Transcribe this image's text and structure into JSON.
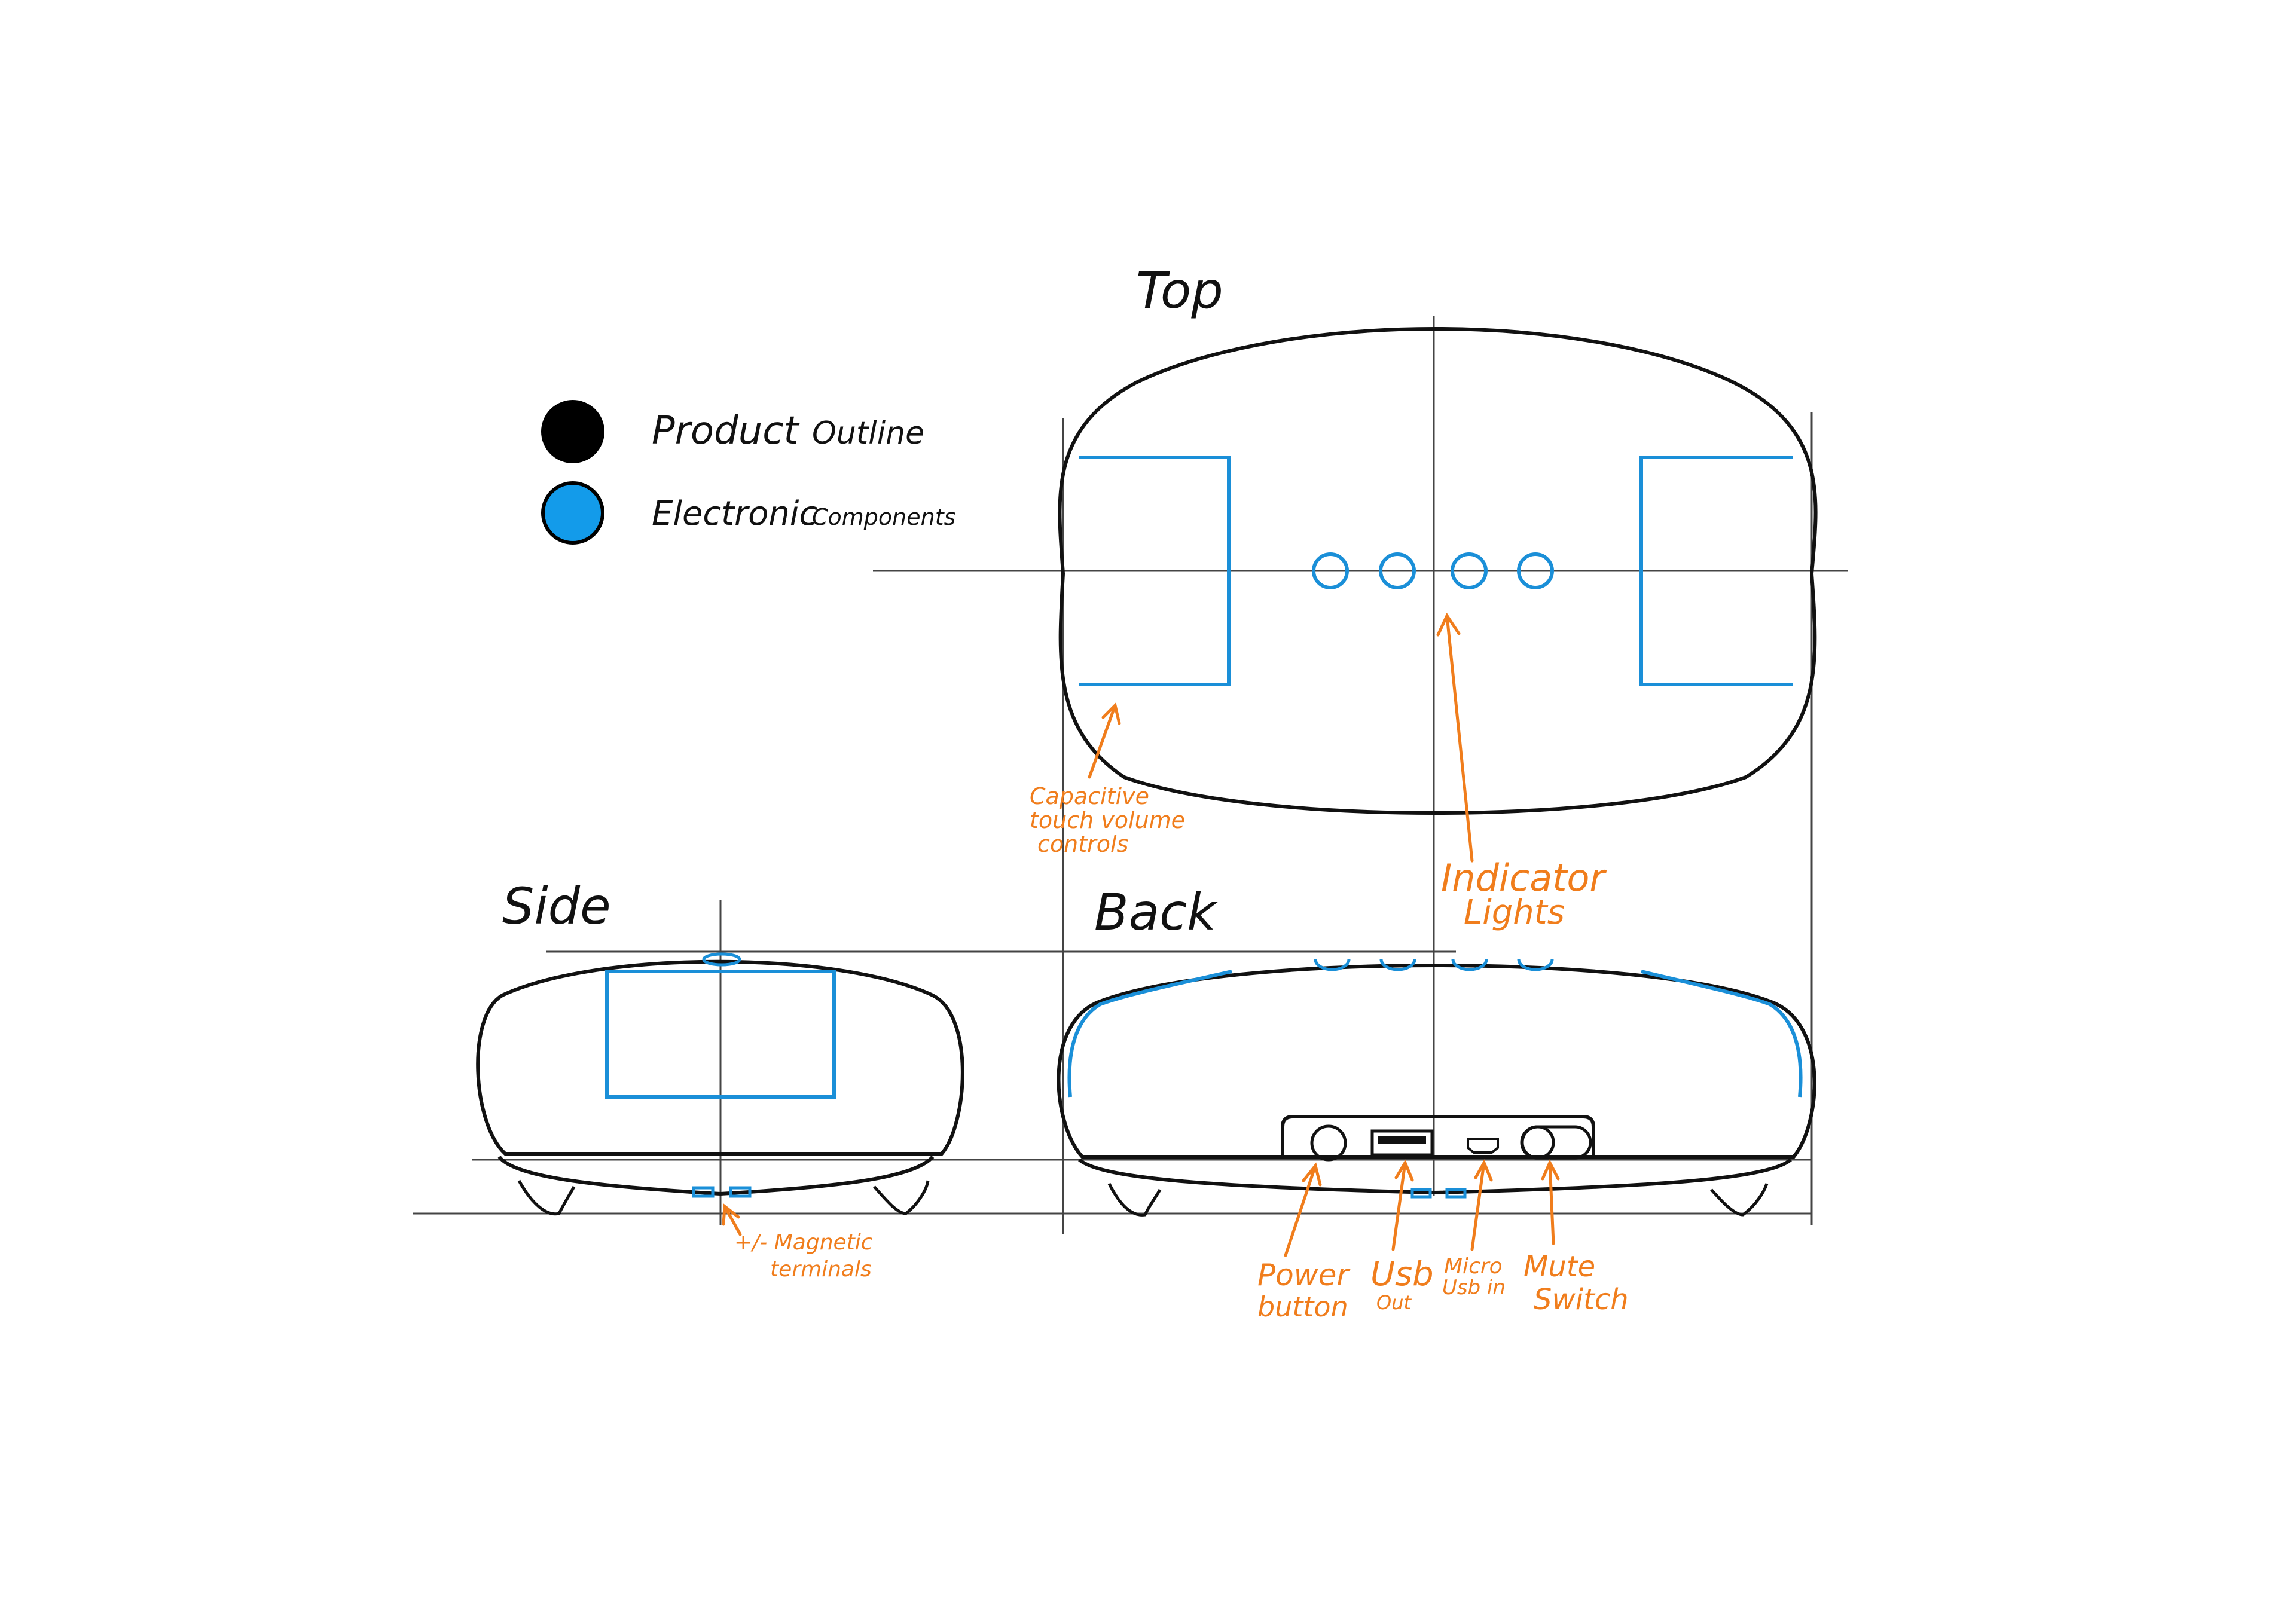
{
  "legend": {
    "items": [
      {
        "label_parts": [
          "Product",
          "Outline"
        ],
        "color": "#000000"
      },
      {
        "label_parts": [
          "Electronic",
          "Components"
        ],
        "color": "#139bea"
      }
    ]
  },
  "views": {
    "top": "Top",
    "side": "Side",
    "back": "Back"
  },
  "colors": {
    "outline": "#111111",
    "component": "#1a8fd8",
    "annotation": "#f07d1c"
  },
  "annotations": {
    "capacitive": [
      "Capacitive",
      "touch volume",
      "controls"
    ],
    "indicator": [
      "Indicator",
      "Lights"
    ],
    "magnetic": [
      "+/- Magnetic",
      "terminals"
    ],
    "power": [
      "Power",
      "button"
    ],
    "usb_out": [
      "Usb",
      "Out"
    ],
    "micro_usb": [
      "Micro",
      "Usb in"
    ],
    "mute": [
      "Mute",
      "Switch"
    ]
  }
}
